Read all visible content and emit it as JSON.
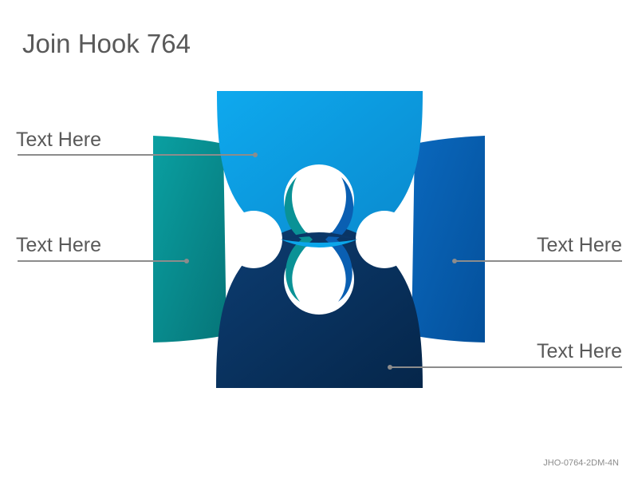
{
  "slide": {
    "title": "Join Hook 764",
    "footer_code": "JHO-0764-2DM-4N"
  },
  "labels": [
    {
      "text": "Text Here",
      "side": "left"
    },
    {
      "text": "Text Here",
      "side": "left"
    },
    {
      "text": "Text Here",
      "side": "right"
    },
    {
      "text": "Text Here",
      "side": "right"
    }
  ],
  "colors": {
    "teal": "#0a9a9c",
    "teal_dark": "#077d80",
    "sky": "#0ba6ea",
    "sky_dark": "#0886c9",
    "royal": "#0863b6",
    "royal_dark": "#0553a0",
    "navy": "#0b3768",
    "navy_dark": "#062a52",
    "leader": "#8c8c8c",
    "text": "#595959"
  }
}
